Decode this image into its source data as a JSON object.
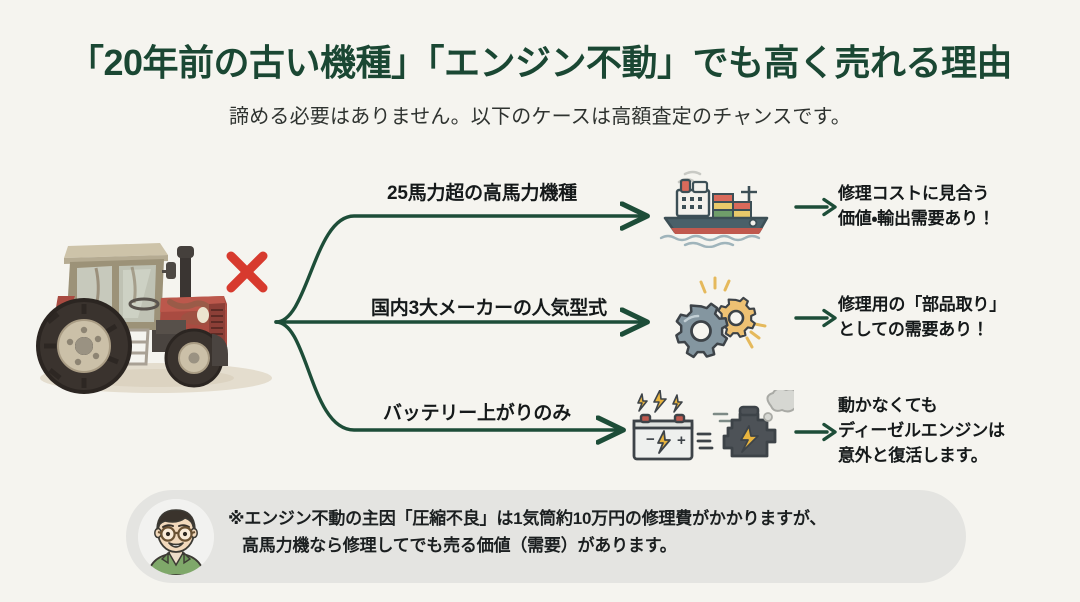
{
  "header": {
    "title": "「20年前の古い機種」「エンジン不動」でも高く売れる理由",
    "subtitle": "諦める必要はありません。以下のケースは高額査定のチャンスです。"
  },
  "subject": {
    "icon": "old-tractor-illustration",
    "status_icon": "red-x-mark"
  },
  "branches": [
    {
      "label": "25馬力超の高馬力機種",
      "icon": "cargo-ship-icon",
      "arrow": "right-arrow",
      "result_line1": "修理コストに見合う",
      "result_line2": "価値・輸出需要あり！",
      "result_line3": ""
    },
    {
      "label": "国内3大メーカーの人気型式",
      "icon": "gears-icon",
      "arrow": "right-arrow",
      "result_line1": "修理用の「部品取り」",
      "result_line2": "としての需要あり！",
      "result_line3": ""
    },
    {
      "label": "バッテリー上がりのみ",
      "icon": "battery-engine-icon",
      "arrow": "right-arrow",
      "result_line1": "動かなくても",
      "result_line2": "ディーゼルエンジンは",
      "result_line3": "意外と復活します。"
    }
  ],
  "footnote": {
    "avatar_icon": "man-with-glasses-avatar",
    "line1": "※エンジン不動の主因「圧縮不良」は1気筒約10万円の修理費がかかりますが、",
    "line2": "高馬力機なら修理してでも売る価値（需要）があります。"
  },
  "colors": {
    "background": "#f5f4ef",
    "title_green": "#1a4733",
    "arrow_green": "#1d4d38",
    "body_text": "#15191a",
    "panel_gray": "#e4e4e1",
    "x_red": "#d73a2e"
  }
}
